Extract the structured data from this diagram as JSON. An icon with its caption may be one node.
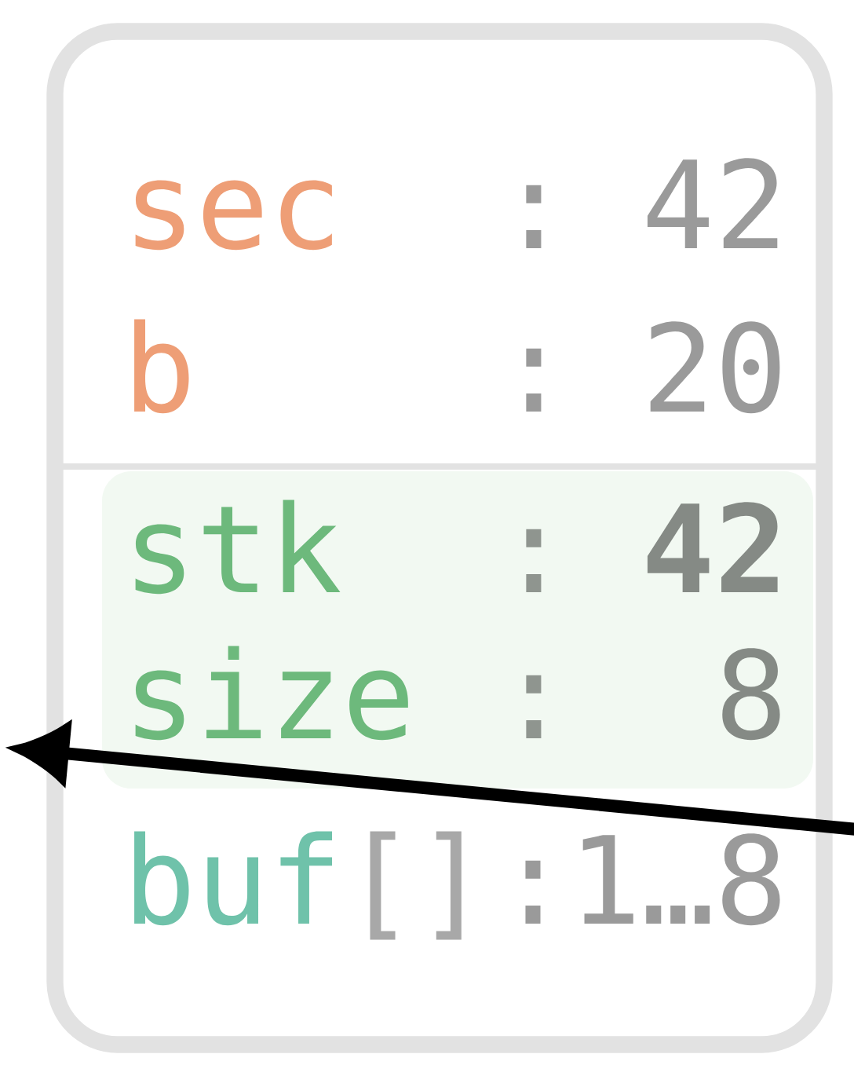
{
  "diagram": {
    "nodes": [
      {
        "text": [
          "sec",
          ":",
          "42",
          "b",
          ":",
          "20",
          "buf",
          "[]",
          ":",
          "1…8"
        ]
      },
      {
        "text": [
          "stk",
          ":",
          "42",
          "size",
          ":",
          "8"
        ],
        "in": 0
      }
    ]
  }
}
